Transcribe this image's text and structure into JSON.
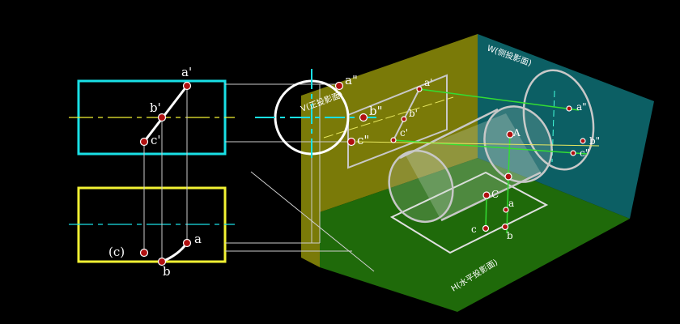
{
  "colors": {
    "v_plane": "#7a7a08",
    "h_plane": "#1f6a0a",
    "w_plane": "#0c5f64",
    "cyan": "#19e0e6",
    "yellow": "#f2f233",
    "point": "#b01010"
  },
  "front_view": {
    "a": "a'",
    "b": "b'",
    "c": "c'"
  },
  "top_view": {
    "a": "a",
    "b": "b",
    "c": "(c)"
  },
  "side_view": {
    "a": "a\"",
    "b": "b\"",
    "c": "c\""
  },
  "planes": {
    "v": "V(正投影面)",
    "w": "W(侧投影面)",
    "h": "H(水平投影面)"
  },
  "space": {
    "v_a": "a'",
    "v_b": "b'",
    "v_c": "c'",
    "w_a": "a\"",
    "w_b": "b\"",
    "w_c": "c\"",
    "h_a": "a",
    "h_b": "b",
    "h_c": "c",
    "p_a": "A",
    "p_c": "C"
  }
}
